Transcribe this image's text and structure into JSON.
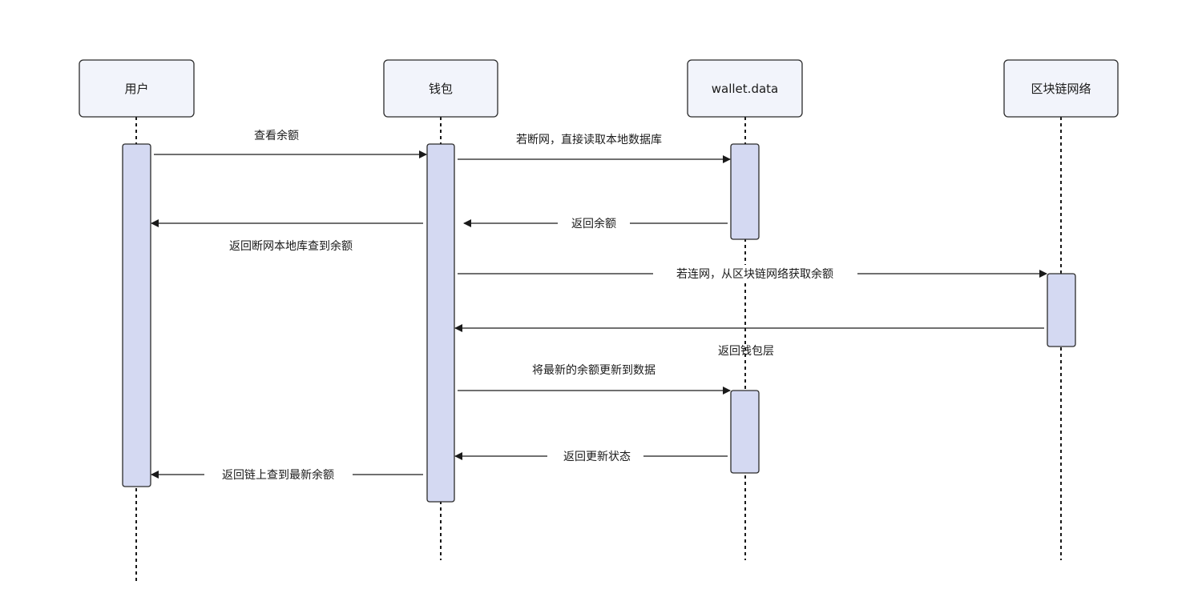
{
  "participants": [
    {
      "id": "user",
      "label": "用户"
    },
    {
      "id": "wallet",
      "label": "钱包"
    },
    {
      "id": "data",
      "label": "wallet.data"
    },
    {
      "id": "chain",
      "label": "区块链网络"
    }
  ],
  "messages": [
    {
      "id": "m1",
      "label": "查看余额"
    },
    {
      "id": "m2",
      "label": "若断网，直接读取本地数据库"
    },
    {
      "id": "m3",
      "label": "返回余额"
    },
    {
      "id": "m4",
      "label": "返回断网本地库查到余额"
    },
    {
      "id": "m5",
      "label": "若连网，从区块链网络获取余额"
    },
    {
      "id": "m6",
      "label": "返回钱包层"
    },
    {
      "id": "m7",
      "label": "将最新的余额更新到数据"
    },
    {
      "id": "m8",
      "label": "返回更新状态"
    },
    {
      "id": "m9",
      "label": "返回链上查到最新余额"
    }
  ],
  "colors": {
    "participant_fill": "#f2f4fb",
    "activation_fill": "#d4d9f2",
    "stroke": "#1a1a1a"
  }
}
